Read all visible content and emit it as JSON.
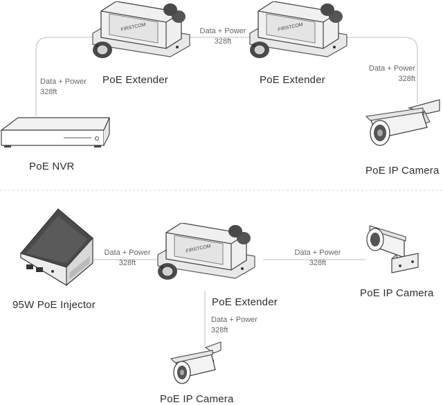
{
  "top": {
    "extender_left_label": "PoE Extender",
    "extender_right_label": "PoE Extender",
    "nvr_label": "PoE NVR",
    "camera_label": "PoE IP Camera",
    "link_nvr": {
      "line1": "Data + Power",
      "line2": "328ft"
    },
    "link_extenders": {
      "line1": "Data + Power",
      "line2": "328ft"
    },
    "link_camera": {
      "line1": "Data + Power",
      "line2": "328ft"
    }
  },
  "bottom": {
    "injector_label": "95W PoE Injector",
    "extender_label": "PoE Extender",
    "camera_right_label": "PoE IP Camera",
    "camera_bottom_label": "PoE IP Camera",
    "link_injector": {
      "line1": "Data + Power",
      "line2": "328ft"
    },
    "link_camera_right": {
      "line1": "Data + Power",
      "line2": "328ft"
    },
    "link_camera_bottom": {
      "line1": "Data + Power",
      "line2": "328ft"
    }
  },
  "brand_text": "FIRSTCOM"
}
